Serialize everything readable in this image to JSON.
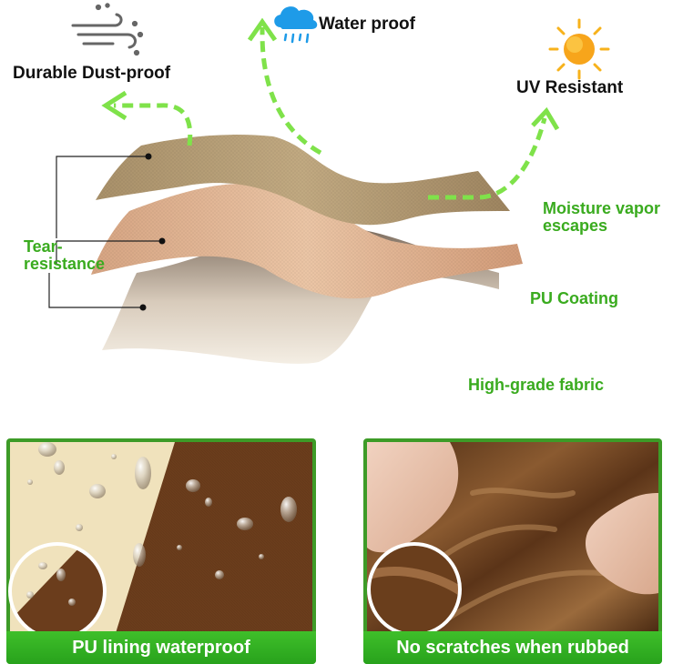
{
  "features": {
    "dust_proof": "Durable Dust-proof",
    "water_proof": "Water proof",
    "uv_resistant": "UV Resistant"
  },
  "layers": {
    "tear_resistance": "Tear-\nresistance",
    "moisture_vapor": "Moisture vapor\nescapes",
    "pu_coating": "PU Coating",
    "high_grade_fabric": "High-grade fabric"
  },
  "panels": {
    "left_caption": "PU lining waterproof",
    "right_caption": "No scratches when rubbed"
  },
  "icons": [
    "wind-dust-icon",
    "rain-cloud-icon",
    "sun-icon"
  ],
  "colors": {
    "accent_green": "#3aab1f",
    "arrow_green": "#7fe24a",
    "fabric_tan": "#b59a72",
    "fabric_brown": "#6b3d1c"
  }
}
